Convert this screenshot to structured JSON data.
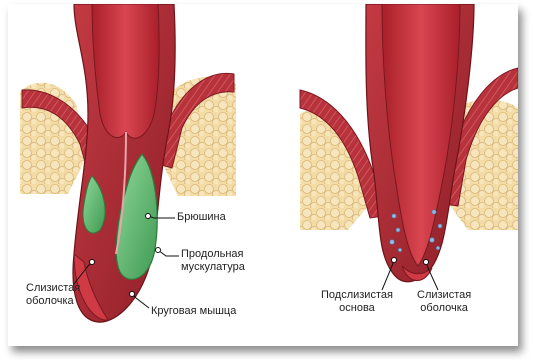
{
  "labels": {
    "left": {
      "peritoneum": "Брюшина",
      "longitudinal_muscle": "Продольная\nмускулатура",
      "mucosa": "Слизистая\nоболочка",
      "circular_muscle": "Круговая мышца"
    },
    "right": {
      "submucosa": "Подслизистая\nоснова",
      "mucosa": "Слизистая\nоболочка"
    }
  },
  "colors": {
    "background": "#ffffff",
    "muscle_red": "#b72c36",
    "lumen_red": "#cf3a44",
    "fat_yellow": "#f0d59a",
    "green_layer": "#6cc27a",
    "pink": "#e9a4a8",
    "label_text": "#222222"
  }
}
